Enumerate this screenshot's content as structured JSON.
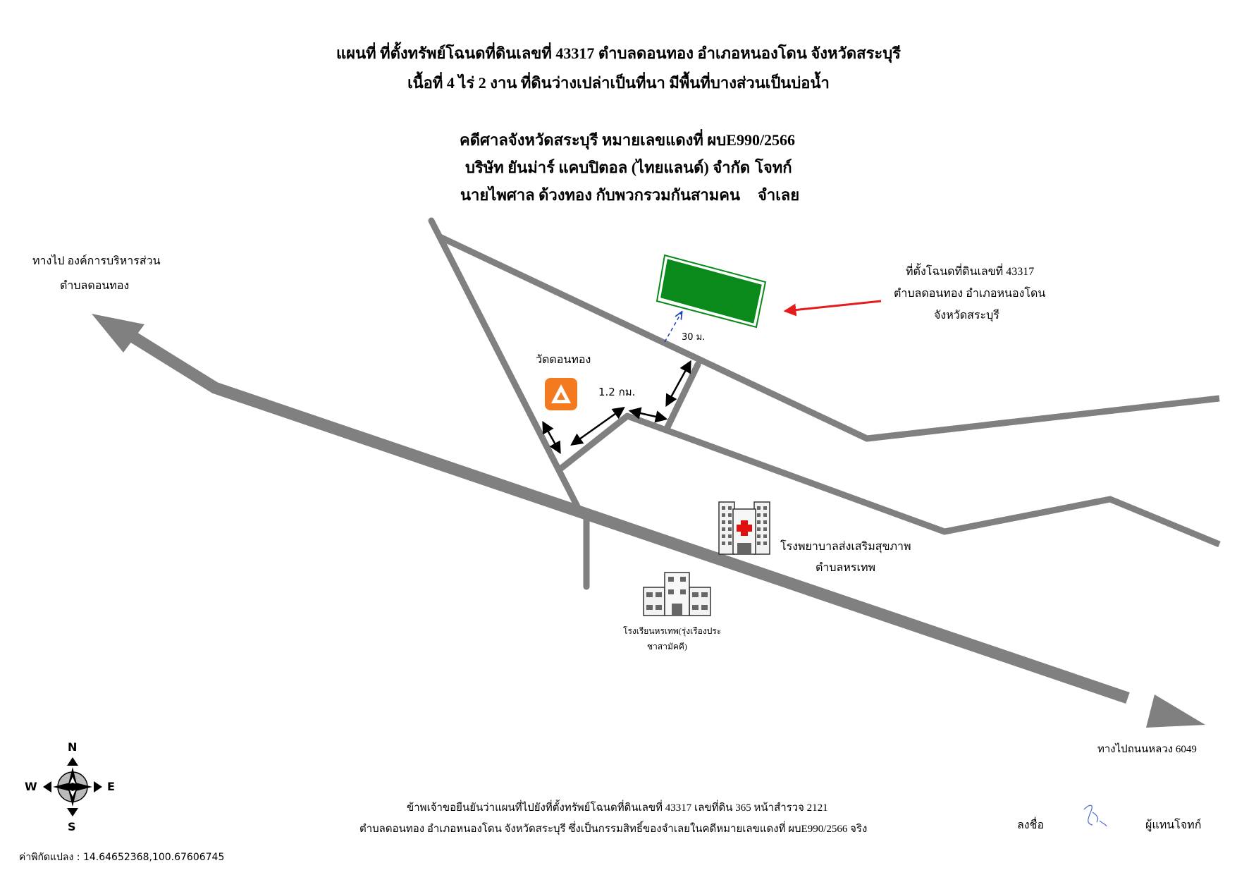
{
  "header": {
    "title_line1": "แผนที่ ที่ตั้งทรัพย์โฉนดที่ดินเลขที่ 43317 ตำบลดอนทอง อำเภอหนองโดน  จังหวัดสระบุรี",
    "title_line2": "เนื้อที่  4 ไร่  2 งาน  ที่ดินว่างเปล่าเป็นที่นา มีพื้นที่บางส่วนเป็นบ่อน้ำ"
  },
  "case": {
    "court_case": "คดีศาลจังหวัดสระบุรี หมายเลขแดงที่ ผบE990/2566",
    "plaintiff_name": "บริษัท ยันม่าร์ แคบปิตอล (ไทยแลนด์) จำกัด",
    "plaintiff_role": "โจทก์",
    "defendant_name": "นายไพศาล ด้วงทอง กับพวกรวมกันสามคน",
    "defendant_role": "จำเลย"
  },
  "map_labels": {
    "to_tao_line1": "ทางไป องค์การบริหารส่วน",
    "to_tao_line2": "ตำบลดอนทอง",
    "parcel_line1": "ที่ตั้งโฉนดที่ดินเลขที่  43317",
    "parcel_line2": "ตำบลดอนทอง อำเภอหนองโดน",
    "parcel_line3": "จังหวัดสระบุรี",
    "distance_30m": "30 ม.",
    "temple": "วัดดอนทอง",
    "distance_12km": "1.2 กม.",
    "hospital_line1": "โรงพยาบาลส่งเสริมสุขภาพ",
    "hospital_line2": "ตำบลหรเทพ",
    "school_line1": "โรงเรียนหรเทพ(รุ่งเรืองประ",
    "school_line2": "ชาสามัคคี)",
    "to_highway": "ทางไปถนนหลวง 6049"
  },
  "compass": {
    "n": "N",
    "s": "S",
    "e": "E",
    "w": "W"
  },
  "footer": {
    "certify_line1": "ข้าพเจ้าขอยืนยันว่าแผนที่ไปยังที่ตั้งทรัพย์โฉนดที่ดินเลขที่  43317  เลขที่ดิน 365 หน้าสำรวจ 2121",
    "certify_line2": "ตำบลดอนทอง อำเภอหนองโดน  จังหวัดสระบุรี ซึ่งเป็นกรรมสิทธิ์ของจำเลยในคดีหมายเลขแดงที่ ผบE990/2566 จริง",
    "sign_label": "ลงชื่อ",
    "sign_role": "ผู้แทนโจทก์",
    "coordinates": "ค่าพิกัดแปลง : 14.64652368,100.67606745"
  },
  "colors": {
    "road": "#808080",
    "parcel_fill": "#0b8a1c",
    "pointer_arrow": "#e41c1c",
    "temple_icon": "#f47a20",
    "hospital_cross": "#e01010",
    "dashed_arrow": "#1f3fbf"
  }
}
